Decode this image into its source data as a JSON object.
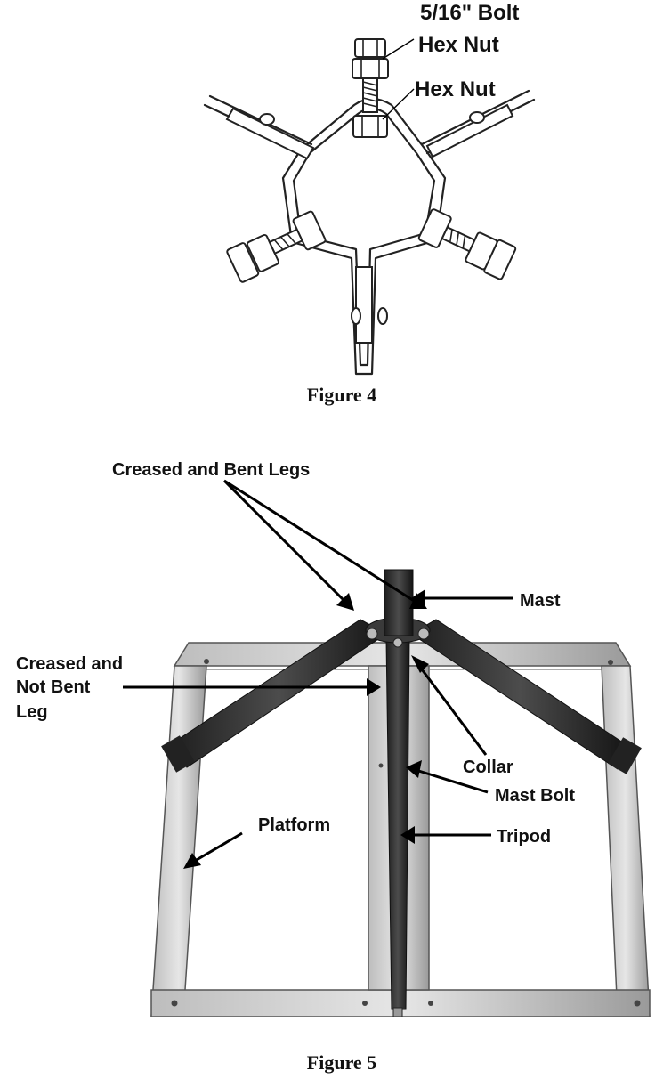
{
  "figure4": {
    "caption": "Figure 4",
    "labels": {
      "bolt": "5/16\" Bolt",
      "hex_nut_top": "Hex Nut",
      "hex_nut_mid": "Hex Nut"
    }
  },
  "figure5": {
    "caption": "Figure 5",
    "labels": {
      "creased_bent_legs": "Creased and Bent Legs",
      "mast": "Mast",
      "creased_not_bent_1": "Creased and",
      "creased_not_bent_2": "Not Bent",
      "creased_not_bent_3": "Leg",
      "collar": "Collar",
      "mast_bolt": "Mast Bolt",
      "platform": "Platform",
      "tripod": "Tripod"
    }
  }
}
